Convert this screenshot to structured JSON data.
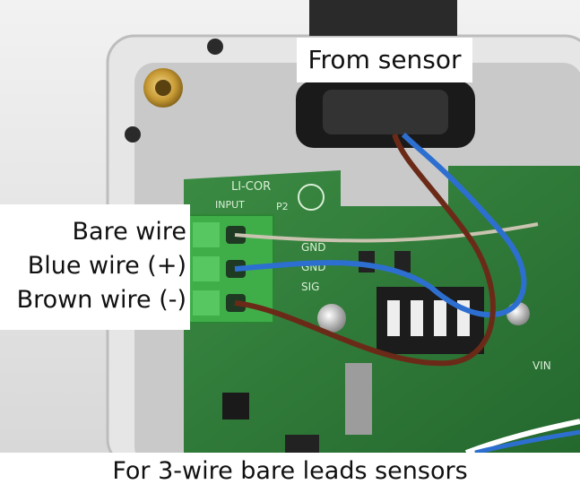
{
  "labels": {
    "from_sensor": "From sensor",
    "bare_wire": "Bare wire",
    "blue_wire": "Blue wire (+)",
    "brown_wire": "Brown wire (-)"
  },
  "board_text": {
    "brand": "LI-COR",
    "input": "INPUT",
    "p2": "P2",
    "gnd1": "GND",
    "gnd2": "GND",
    "sig": "SIG",
    "vin": "VIN"
  },
  "caption": "For 3-wire bare leads sensors",
  "colors": {
    "enclosure": "#dcdcdc",
    "pcb_green": "#2f7d3a",
    "terminal_green": "#3fae49",
    "blue_wire": "#2d6fd0",
    "brown_wire": "#6b2a18",
    "bare_wire": "#c9c3b0",
    "gland_black": "#1a1a1a"
  }
}
